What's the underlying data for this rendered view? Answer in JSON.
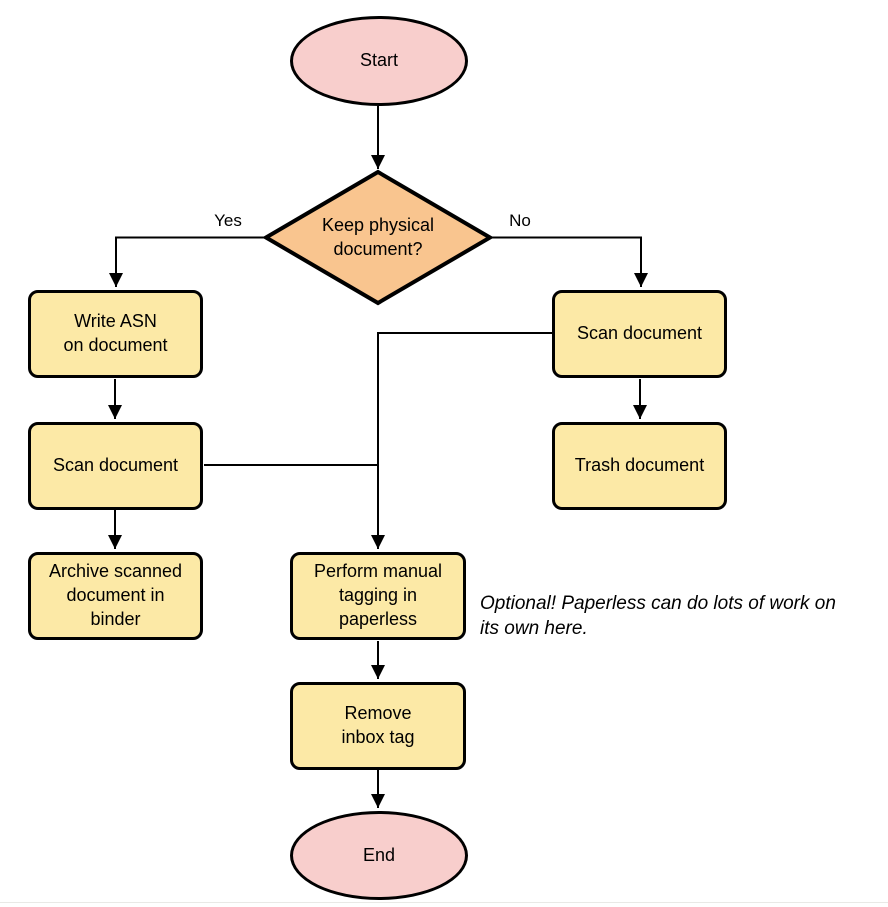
{
  "diagram": {
    "nodes": {
      "start": {
        "label": [
          "Start"
        ],
        "type": "terminator"
      },
      "decision": {
        "label": [
          "Keep physical",
          "document?"
        ],
        "type": "decision"
      },
      "write_asn": {
        "label": [
          "Write ASN",
          "on document"
        ],
        "type": "process"
      },
      "scan_left": {
        "label": [
          "Scan document"
        ],
        "type": "process"
      },
      "archive": {
        "label": [
          "Archive scanned",
          "document in",
          "binder"
        ],
        "type": "process"
      },
      "scan_right": {
        "label": [
          "Scan document"
        ],
        "type": "process"
      },
      "trash": {
        "label": [
          "Trash document"
        ],
        "type": "process"
      },
      "tagging": {
        "label": [
          "Perform manual",
          "tagging in",
          "paperless"
        ],
        "type": "process"
      },
      "remove_inbox": {
        "label": [
          "Remove",
          "inbox tag"
        ],
        "type": "process"
      },
      "end": {
        "label": [
          "End"
        ],
        "type": "terminator"
      }
    },
    "edge_labels": {
      "yes": "Yes",
      "no": "No"
    },
    "annotation": [
      "Optional! Paperless can do lots of work on",
      "its own here."
    ],
    "colors": {
      "terminator_fill": "#f8cecc",
      "decision_fill": "#f9c58f",
      "process_fill": "#fce9a6",
      "stroke": "#000000"
    }
  }
}
